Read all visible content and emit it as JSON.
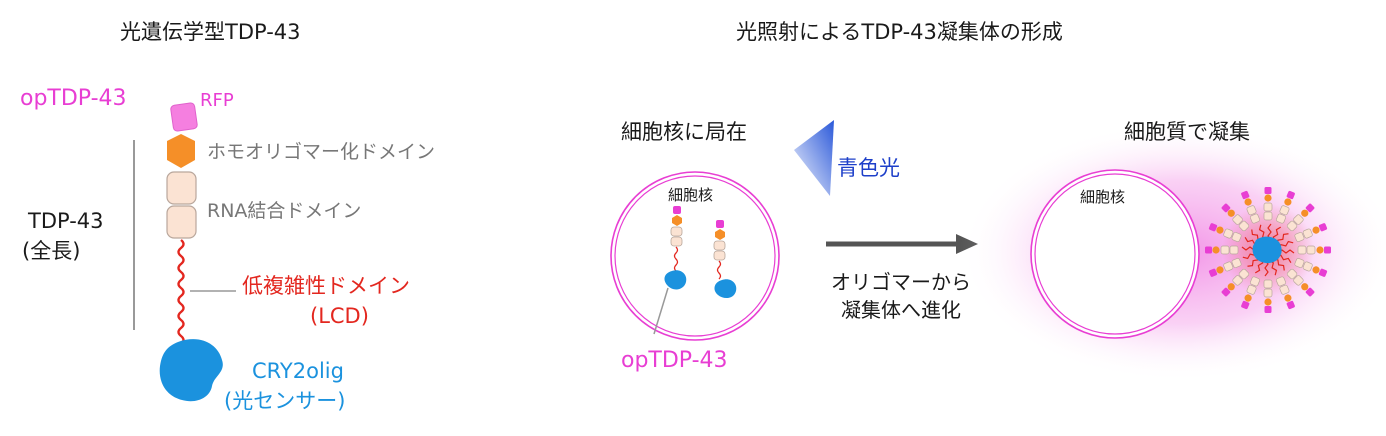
{
  "left_panel": {
    "title": "光遺伝学型TDP-43",
    "optdp_label": "opTDP-43",
    "rfp_label": "RFP",
    "oligomer_domain_label": "ホモオリゴマー化ドメイン",
    "rna_domain_label": "RNA結合ドメイン",
    "lcd_label_line1": "低複雑性ドメイン",
    "lcd_label_line2": "(LCD)",
    "tdp_full_line1": "TDP-43",
    "tdp_full_line2": "(全長)",
    "cry_label_line1": "CRY2olig",
    "cry_label_line2": "(光センサー)"
  },
  "right_panel": {
    "title": "光照射によるTDP-43凝集体の形成",
    "nucleus_localized_label": "細胞核に局在",
    "blue_light_label": "青色光",
    "nucleus_label_1": "細胞核",
    "optdp_label": "opTDP-43",
    "arrow_label_line1": "オリゴマーから",
    "arrow_label_line2": "凝集体へ進化",
    "cytoplasm_agg_label": "細胞質で凝集",
    "nucleus_label_2": "細胞核"
  },
  "colors": {
    "magenta": "#e83ed3",
    "orange": "#f58f28",
    "peach": "#fbe3d3",
    "red": "#e3271f",
    "blue": "#1b92de",
    "blue_text": "#1d3fc9",
    "gray_text": "#777777",
    "arrow": "#555555"
  }
}
